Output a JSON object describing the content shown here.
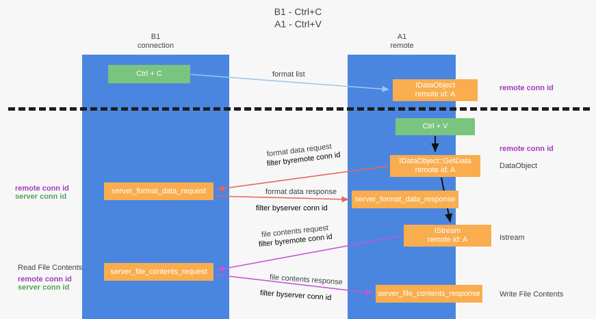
{
  "title": {
    "line1": "B1 - Ctrl+C",
    "line2": "A1 - Ctrl+V"
  },
  "lanes": [
    {
      "id": "b1",
      "name": "B1",
      "sub": "connection"
    },
    {
      "id": "a1",
      "name": "A1",
      "sub": "remote"
    }
  ],
  "nodes": {
    "ctrl_c": {
      "line1": "Ctrl + C",
      "color": "#79c47e"
    },
    "idataobject": {
      "line1": "IDataObject",
      "line2": "remote id: A",
      "color": "#f9ad4e"
    },
    "ctrl_v": {
      "line1": "Ctrl + V",
      "color": "#79c47e"
    },
    "getdata": {
      "line1": "IDataObject::GetData",
      "line2": "remote id: A",
      "color": "#f9ad4e"
    },
    "server_format_data_request": {
      "line1": "server_format_data_request",
      "color": "#f9ad4e"
    },
    "server_format_data_response": {
      "line1": "server_format_data_response",
      "color": "#f9ad4e"
    },
    "istream": {
      "line1": "IStream",
      "line2": "remote id: A",
      "color": "#f9ad4e"
    },
    "server_file_contents_request": {
      "line1": "server_file_contents_request",
      "color": "#f9ad4e"
    },
    "server_file_contents_response": {
      "line1": "server_file_contents_response",
      "color": "#f9ad4e"
    }
  },
  "edge_labels": {
    "format_list": "format list",
    "format_data_request": "format data request",
    "format_data_request_filter_prefix": "filter by ",
    "format_data_request_filter_key": "remote conn id",
    "format_data_response": "format data response",
    "format_data_response_filter_prefix": "filter by ",
    "format_data_response_filter_key": "server conn id",
    "file_contents_request": "file contents request",
    "file_contents_request_filter_prefix": "filter by ",
    "file_contents_request_filter_key": "remote conn id",
    "file_contents_response": "file contents response",
    "file_contents_response_filter_prefix": "filter by ",
    "file_contents_response_filter_key": "server conn id"
  },
  "side_labels": {
    "right_remote_conn_id_1": "remote conn id",
    "right_remote_conn_id_2": "remote conn id",
    "dataobject": "DataObject",
    "istream": "Istream",
    "write_file_contents": "Write File Contents",
    "left_remote_conn_id_1": "remote conn id",
    "left_server_conn_id_1": "server conn id",
    "read_file_contents": "Read File Contents",
    "left_remote_conn_id_2": "remote conn id",
    "left_server_conn_id_2": "server conn id"
  },
  "colors": {
    "lane": "#4a86e0",
    "green_node": "#79c47e",
    "orange_node": "#f9ad4e",
    "purple_text": "#a33bbd",
    "green_text": "#51a35b",
    "red_arrow": "#e8645a",
    "blue_arrow": "#9cc6ef",
    "magenta_arrow": "#c457d4",
    "black_arrow": "#111111",
    "background": "#f7f7f7"
  }
}
